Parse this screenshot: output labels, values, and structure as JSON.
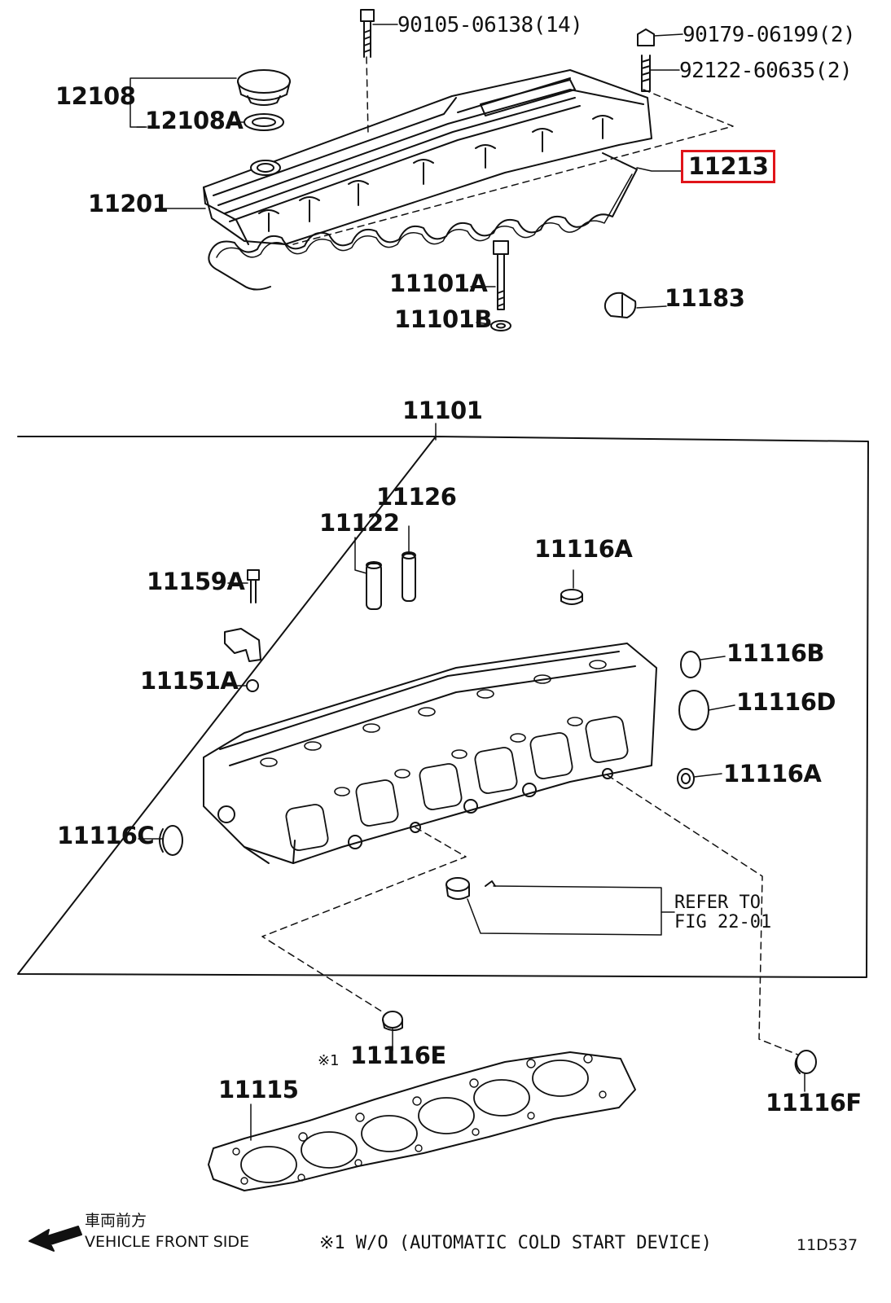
{
  "parts": {
    "p90105": "90105-06138(14)",
    "p90179": "90179-06199(2)",
    "p92122": "92122-60635(2)",
    "p12108": "12108",
    "p12108A": "12108A",
    "p11213": "11213",
    "p11201": "11201",
    "p11101A": "11101A",
    "p11101B": "11101B",
    "p11183": "11183",
    "p11101": "11101",
    "p11126": "11126",
    "p11122": "11122",
    "p11116A_top": "11116A",
    "p11159A": "11159A",
    "p11116B": "11116B",
    "p11151A": "11151A",
    "p11116D": "11116D",
    "p11116A_side": "11116A",
    "p11116C": "11116C",
    "p11116E": "11116E",
    "p11115": "11115",
    "p11116F": "11116F"
  },
  "notes": {
    "refer_line1": "REFER TO",
    "refer_line2": "FIG 22-01",
    "mark_1": "※1",
    "jp_front": "車両前方",
    "vehicle_front": "VEHICLE FRONT SIDE",
    "footnote": "※1 W/O (AUTOMATIC COLD START DEVICE)",
    "figure_code": "11D537"
  },
  "highlight": {
    "part": "11213",
    "color": "#e0141a"
  }
}
